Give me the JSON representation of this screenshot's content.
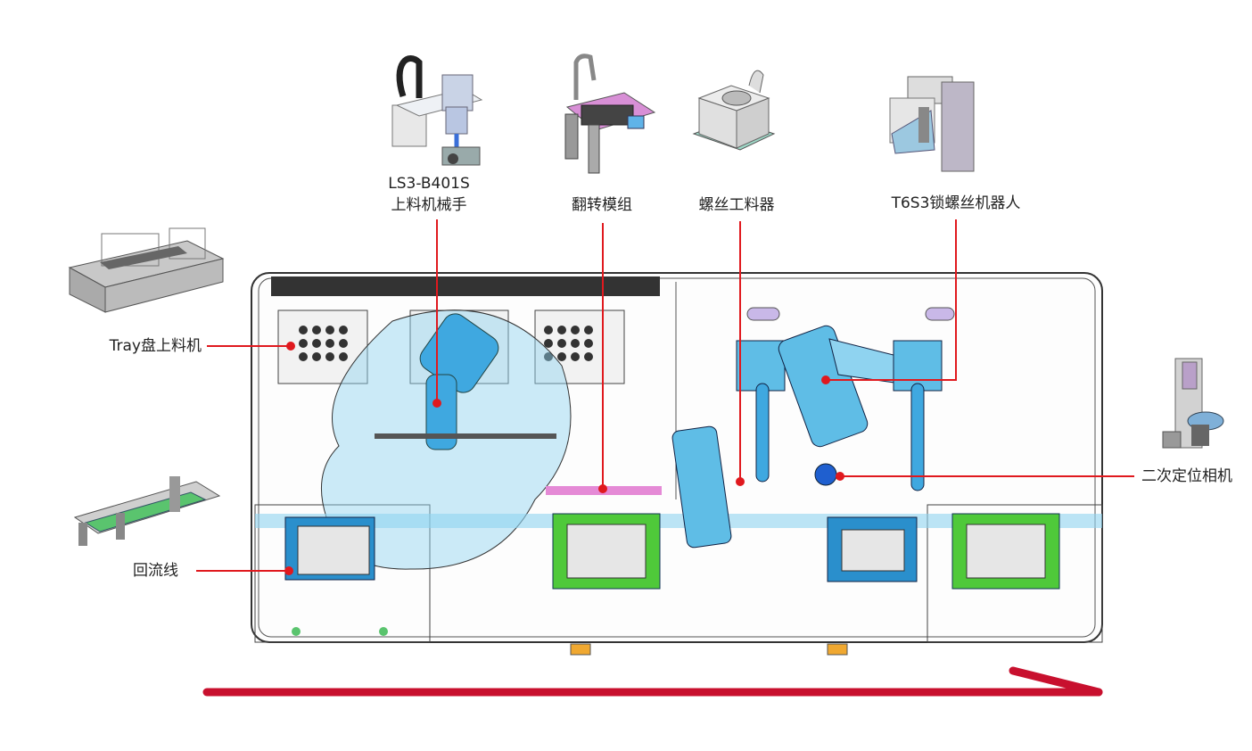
{
  "labels": {
    "scara_model": "LS3-B401S",
    "scara_name": "上料机械手",
    "flip_module": "翻转模组",
    "screw_feeder": "螺丝工料器",
    "screw_robot": "T6S3锁螺丝机器人",
    "tray_loader": "Tray盘上料机",
    "return_line": "回流线",
    "secondary_camera": "二次定位相机"
  },
  "colors": {
    "callout": "#e0191e",
    "flow_arrow": "#c8102e",
    "robot_blue": "#8fd3f0",
    "fixture_green": "#4fc93a",
    "machine_outline": "#333333"
  }
}
